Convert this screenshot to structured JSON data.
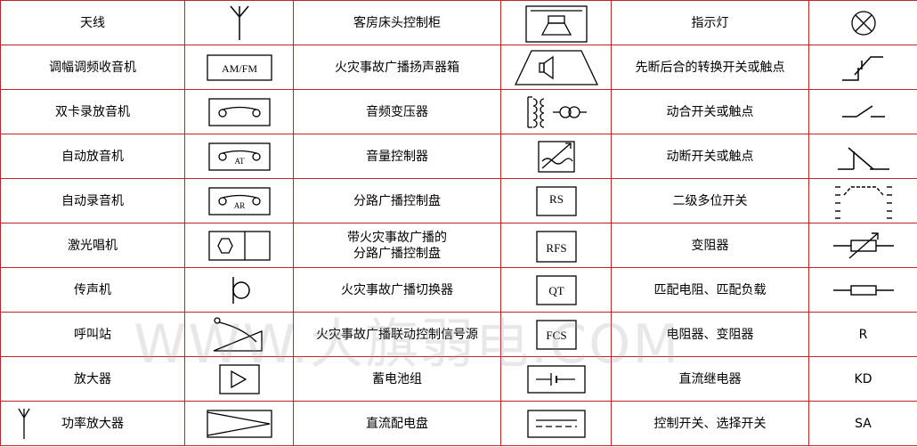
{
  "rows": [
    {
      "col1": "天线",
      "col2": "客房床头控制柜",
      "col3": "指示灯"
    },
    {
      "col1": "调幅调频收音机",
      "sym1": "AM/FM",
      "col2": "火灾事故广播扬声器箱",
      "col3": "先断后合的转换开关或触点"
    },
    {
      "col1": "双卡录放音机",
      "col2": "音频变压器",
      "col3": "动合开关或触点"
    },
    {
      "col1": "自动放音机",
      "sym1": "AT",
      "col2": "音量控制器",
      "col3": "动断开关或触点"
    },
    {
      "col1": "自动录音机",
      "sym1": "AR",
      "col2": "分路广播控制盘",
      "sym2": "RS",
      "col3": "二级多位开关"
    },
    {
      "col1": "激光唱机",
      "col2": "带火灾事故广播的\n分路广播控制盘",
      "sym2": "RFS",
      "col3": "变阻器"
    },
    {
      "col1": "传声机",
      "col2": "火灾事故广播切换器",
      "sym2": "QT",
      "col3": "匹配电阻、匹配负载"
    },
    {
      "col1": "呼叫站",
      "col2": "火灾事故广播联动控制信号源",
      "sym2": "FCS",
      "col3": "电阻器、变阻器",
      "sym3": "R"
    },
    {
      "col1": "放大器",
      "col2": "蓄电池组",
      "col3": "直流继电器",
      "sym3": "KD"
    },
    {
      "col1": "功率放大器",
      "col2": "直流配电盘",
      "col3": "控制开关、选择开关",
      "sym3": "SA"
    }
  ],
  "watermark": "WWW.大旗弱电.COM",
  "border_color": "#c0242c"
}
